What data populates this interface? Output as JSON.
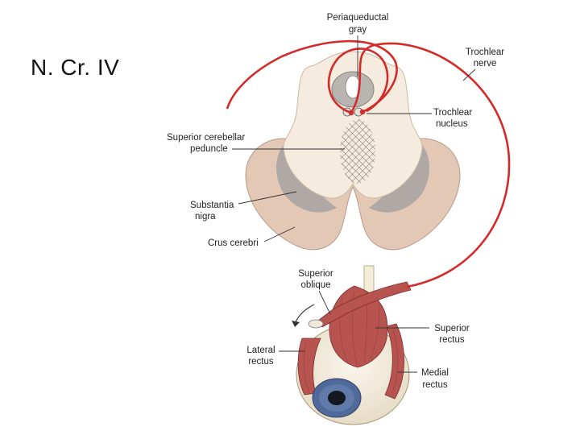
{
  "title": "N. Cr. IV",
  "colors": {
    "nerve": "#d42a2a",
    "brainstem_fill": "#f5ecdf",
    "crus_fill": "#e3c8b6",
    "substantia_nigra": "#a8a4a2",
    "muscle": "#b85450",
    "iris": "#4f6a9a"
  },
  "labels": {
    "periaqueductal_gray": [
      "Periaqueductal",
      "gray"
    ],
    "trochlear_nerve": [
      "Trochlear",
      "nerve"
    ],
    "trochlear_nucleus": [
      "Trochlear",
      "nucleus"
    ],
    "superior_cerebellar_peduncle": [
      "Superior cerebellar",
      "peduncle"
    ],
    "substantia_nigra": [
      "Substantia",
      "nigra"
    ],
    "crus_cerebri": [
      "Crus cerebri"
    ],
    "superior_oblique": [
      "Superior",
      "oblique"
    ],
    "superior_rectus": [
      "Superior",
      "rectus"
    ],
    "lateral_rectus": [
      "Lateral",
      "rectus"
    ],
    "medial_rectus": [
      "Medial",
      "rectus"
    ]
  }
}
